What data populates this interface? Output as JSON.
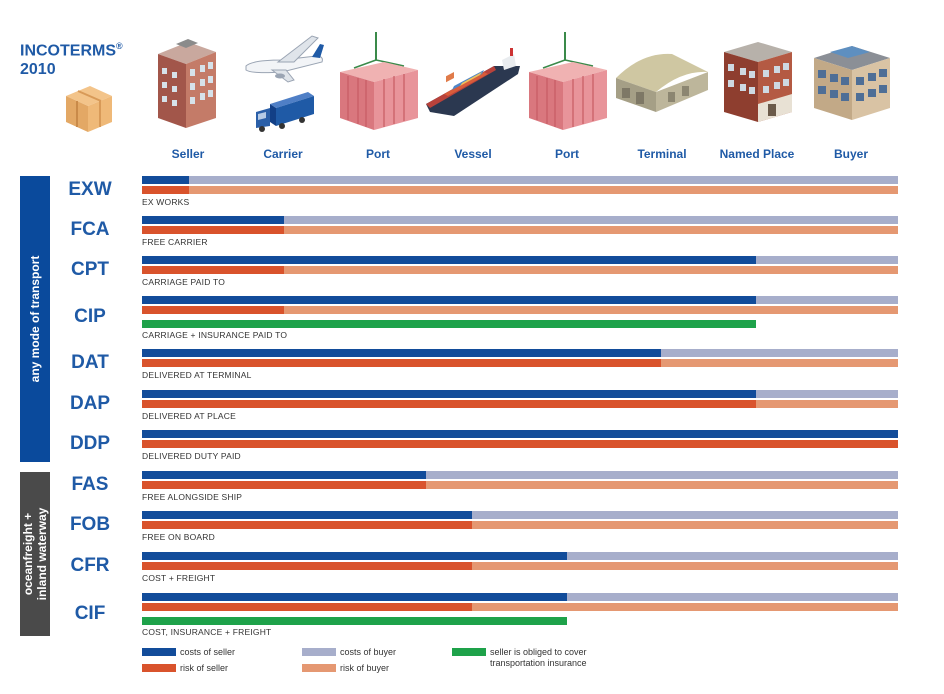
{
  "title": {
    "line1": "INCOTERMS",
    "mark": "®",
    "line2": "2010"
  },
  "locations": [
    "Seller",
    "Carrier",
    "Port",
    "Vessel",
    "Port",
    "Terminal",
    "Named Place",
    "Buyer"
  ],
  "groups": [
    {
      "label": "any mode of transport",
      "color": "#0a4a9c"
    },
    {
      "label_line1": "oceanfreight +",
      "label_line2": "inland waterway",
      "color": "#4a4a4a"
    }
  ],
  "colors": {
    "cost_seller": "#124c9a",
    "cost_buyer": "#a7aecb",
    "risk_seller": "#d9532c",
    "risk_buyer": "#e59872",
    "insurance": "#1ea24a",
    "accent": "#1f5aa6"
  },
  "terms": [
    {
      "code": "EXW",
      "name": "EX WORKS",
      "cost_seller_frac": 0.062,
      "risk_seller_frac": 0.062,
      "insurance_frac": null
    },
    {
      "code": "FCA",
      "name": "FREE CARRIER",
      "cost_seller_frac": 0.188,
      "risk_seller_frac": 0.188,
      "insurance_frac": null
    },
    {
      "code": "CPT",
      "name": "CARRIAGE PAID TO",
      "cost_seller_frac": 0.812,
      "risk_seller_frac": 0.188,
      "insurance_frac": null
    },
    {
      "code": "CIP",
      "name": "CARRIAGE + INSURANCE PAID TO",
      "cost_seller_frac": 0.812,
      "risk_seller_frac": 0.188,
      "insurance_frac": 0.812
    },
    {
      "code": "DAT",
      "name": "DELIVERED AT TERMINAL",
      "cost_seller_frac": 0.687,
      "risk_seller_frac": 0.687,
      "insurance_frac": null
    },
    {
      "code": "DAP",
      "name": "DELIVERED AT PLACE",
      "cost_seller_frac": 0.812,
      "risk_seller_frac": 0.812,
      "insurance_frac": null
    },
    {
      "code": "DDP",
      "name": "DELIVERED DUTY PAID",
      "cost_seller_frac": 1.0,
      "risk_seller_frac": 1.0,
      "insurance_frac": null
    },
    {
      "code": "FAS",
      "name": "FREE ALONGSIDE SHIP",
      "cost_seller_frac": 0.376,
      "risk_seller_frac": 0.376,
      "insurance_frac": null
    },
    {
      "code": "FOB",
      "name": "FREE ON BOARD",
      "cost_seller_frac": 0.437,
      "risk_seller_frac": 0.437,
      "insurance_frac": null
    },
    {
      "code": "CFR",
      "name": "COST + FREIGHT",
      "cost_seller_frac": 0.562,
      "risk_seller_frac": 0.437,
      "insurance_frac": null
    },
    {
      "code": "CIF",
      "name": "COST, INSURANCE + FREIGHT",
      "cost_seller_frac": 0.562,
      "risk_seller_frac": 0.437,
      "insurance_frac": 0.562
    }
  ],
  "legend": {
    "cost_seller": "costs of seller",
    "risk_seller": "risk of seller",
    "cost_buyer": "costs of buyer",
    "risk_buyer": "risk of buyer",
    "insurance_line1": "seller is obliged to cover",
    "insurance_line2": "transportation insurance"
  }
}
